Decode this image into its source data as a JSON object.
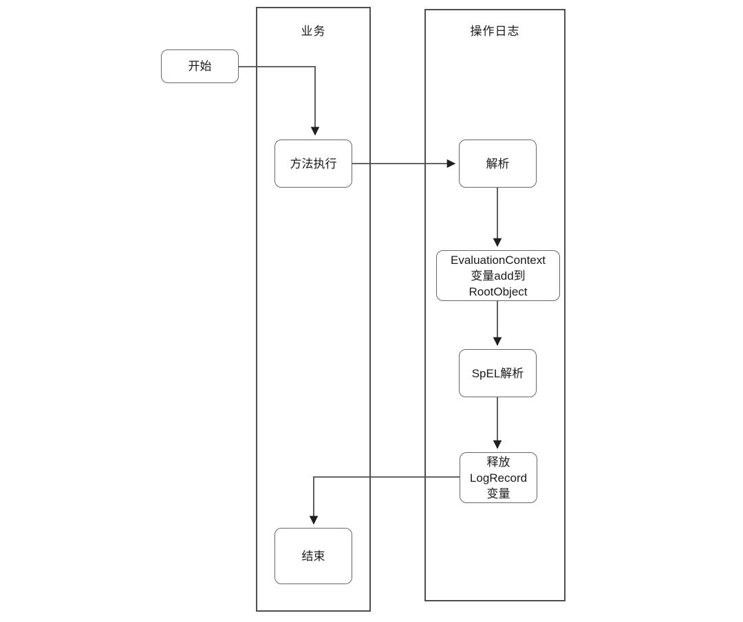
{
  "diagram": {
    "type": "flowchart",
    "title": "",
    "lanes": [
      {
        "id": "business",
        "label": "业务"
      },
      {
        "id": "oplog",
        "label": "操作日志"
      }
    ],
    "nodes": [
      {
        "id": "start",
        "lane": "business",
        "label": "开始"
      },
      {
        "id": "method",
        "lane": "business",
        "label": "方法执行"
      },
      {
        "id": "end",
        "lane": "business",
        "label": "结束"
      },
      {
        "id": "parse",
        "lane": "oplog",
        "label": "解析"
      },
      {
        "id": "evalctx",
        "lane": "oplog",
        "label": "EvaluationContext\n变量add到\nRootObject"
      },
      {
        "id": "spel",
        "lane": "oplog",
        "label": "SpEL解析"
      },
      {
        "id": "release",
        "lane": "oplog",
        "label": "释放\nLogRecord\n变量"
      }
    ],
    "edges": [
      {
        "from": "start",
        "to": "method",
        "label": ""
      },
      {
        "from": "method",
        "to": "parse",
        "label": ""
      },
      {
        "from": "parse",
        "to": "evalctx",
        "label": ""
      },
      {
        "from": "evalctx",
        "to": "spel",
        "label": ""
      },
      {
        "from": "spel",
        "to": "release",
        "label": ""
      },
      {
        "from": "release",
        "to": "end",
        "label": ""
      }
    ],
    "colors": {
      "background": "#ffffff",
      "lane_border": "#4d4d4d",
      "node_border": "#666666",
      "node_fill": "#ffffff",
      "edge": "#4d4d4d",
      "text": "#1a1a1a"
    }
  }
}
